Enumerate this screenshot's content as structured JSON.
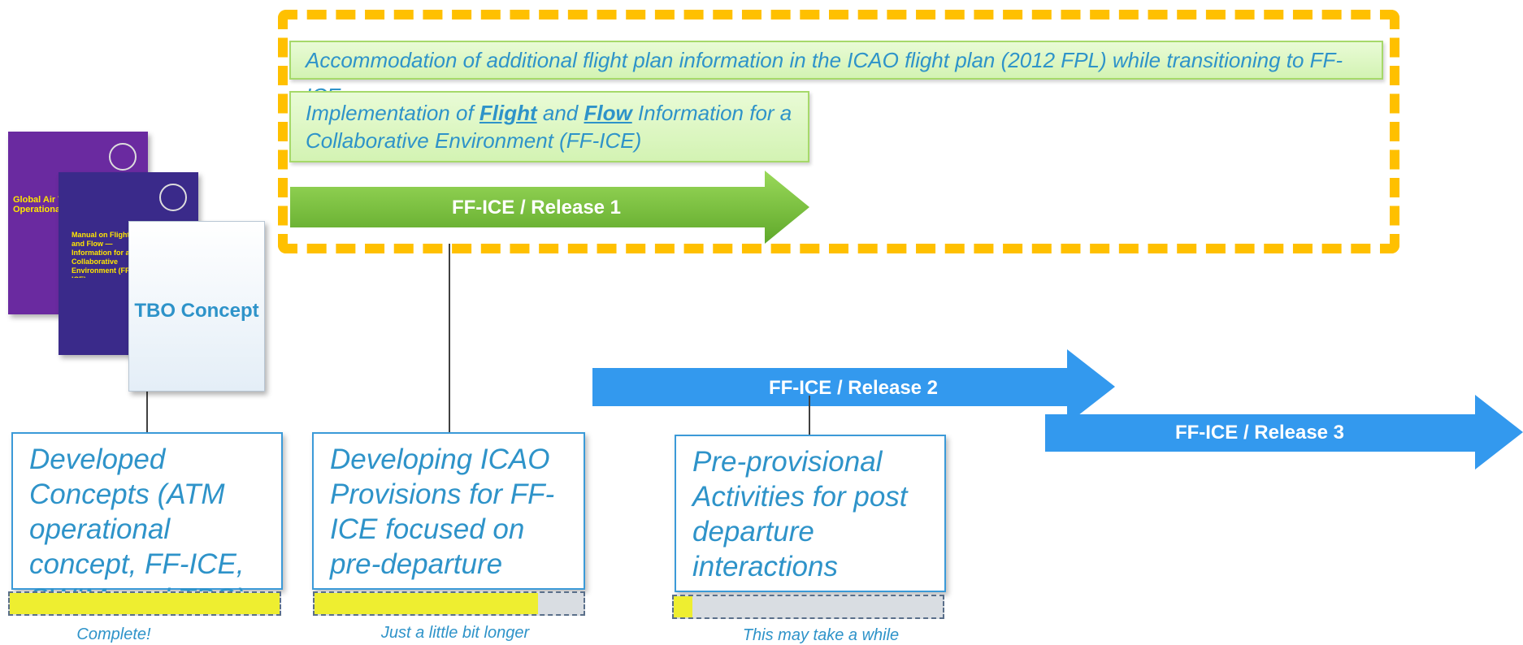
{
  "frame_boxes": {
    "accommodation": "Accommodation of additional flight plan information in the ICAO flight plan (2012 FPL) while transitioning to FF-ICE",
    "implementation": {
      "line1_before": "Implementation of ",
      "flight": "Flight",
      "and": " and ",
      "flow": "Flow",
      "line1_after": " Information for a",
      "line2": "Collaborative Environment (FF-ICE)"
    }
  },
  "releases": [
    {
      "label": "FF-ICE / Release 1",
      "color": "#7ac143"
    },
    {
      "label": "FF-ICE / Release 2",
      "color": "#3399ee"
    },
    {
      "label": "FF-ICE / Release 3",
      "color": "#3399ee"
    }
  ],
  "documents": {
    "doc1_title": "Global Air Traffic Operational",
    "doc2_title": "Manual on Flight and Flow — Information for a Collaborative Environment (FF-ICE)",
    "tbo_label": "TBO Concept"
  },
  "phases": [
    {
      "text": "Developed Concepts (ATM operational concept, FF-ICE, SWIM, and TBO)",
      "progress": 1.0,
      "caption": "Complete!"
    },
    {
      "text": "Developing ICAO Provisions for FF-ICE focused on pre-departure",
      "progress": 0.83,
      "caption": "Just a little bit longer"
    },
    {
      "text": "Pre-provisional Activities for post departure interactions",
      "progress": 0.07,
      "caption": "This may take a while"
    }
  ],
  "colors": {
    "frame": "#ffc000",
    "progress_fill": "#eeee30",
    "text_blue": "#2e93c9"
  }
}
